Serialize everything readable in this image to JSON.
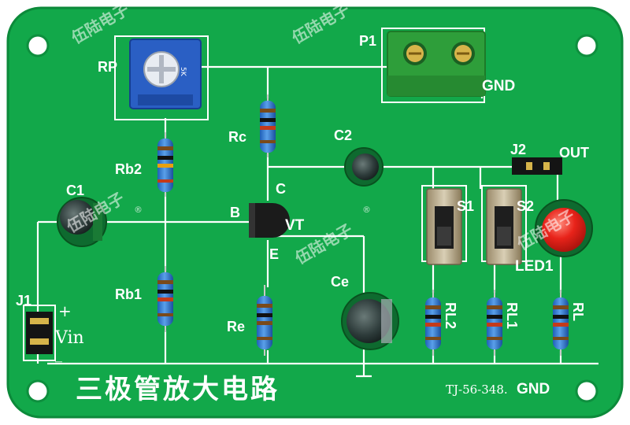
{
  "board": {
    "title": "三极管放大电路",
    "model": "TJ-56-348.",
    "watermark": "伍陆电子",
    "watermark_mark": "®"
  },
  "labels": {
    "RP": "RP",
    "P1": "P1",
    "GND_top": "GND",
    "Rc": "Rc",
    "C2": "C2",
    "J2": "J2",
    "OUT": "OUT",
    "C1": "C1",
    "Rb2": "Rb2",
    "C": "C",
    "B": "B",
    "VT": "VT",
    "E": "E",
    "S1": "S1",
    "S2": "S2",
    "LED1": "LED1",
    "Rb1": "Rb1",
    "Ce": "Ce",
    "Re": "Re",
    "RL2": "RL2",
    "RL1": "RL1",
    "RL": "RL",
    "J1": "J1",
    "plus": "+",
    "Vin": "Vin",
    "minus": "_",
    "GND_bottom": "GND"
  },
  "colors": {
    "pcb": "#12a84a",
    "pcb_dark": "#0d8a3b",
    "silkscreen": "#ffffff",
    "terminal": "#2e9e3a",
    "pot": "#2a5fc4",
    "led": "#e8231a"
  }
}
